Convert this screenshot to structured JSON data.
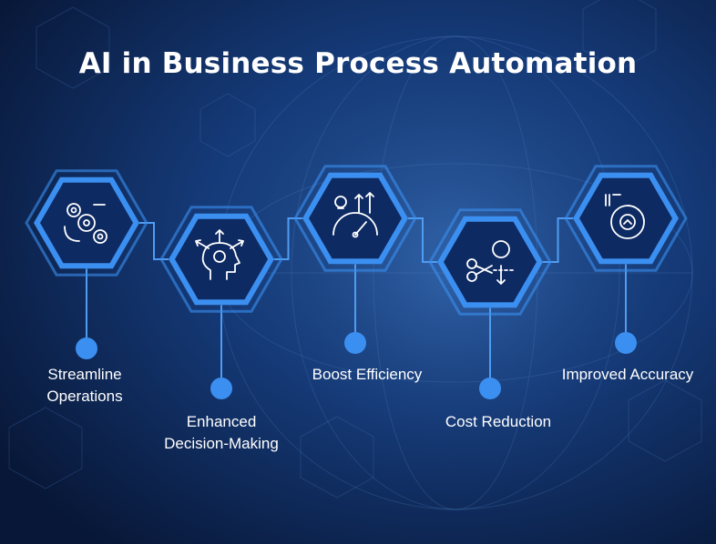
{
  "title": "AI in Business Process Automation",
  "steps": [
    {
      "icon": "gears-automation-icon",
      "lines": [
        "Streamline",
        "Operations"
      ]
    },
    {
      "icon": "head-decision-icon",
      "lines": [
        "Enhanced",
        "Decision-Making"
      ]
    },
    {
      "icon": "efficiency-gauge-icon",
      "lines": [
        "Boost Efficiency"
      ]
    },
    {
      "icon": "cost-cut-icon",
      "lines": [
        "Cost Reduction"
      ]
    },
    {
      "icon": "accuracy-target-icon",
      "lines": [
        "Improved Accuracy"
      ]
    }
  ],
  "colors": {
    "accent": "#3b8ff0",
    "line": "#4f9cf2",
    "hex_fill": "#0d2a63",
    "text": "#ffffff",
    "bg_dark": "#0b1f4a",
    "bg_light": "#1d4a8a"
  }
}
